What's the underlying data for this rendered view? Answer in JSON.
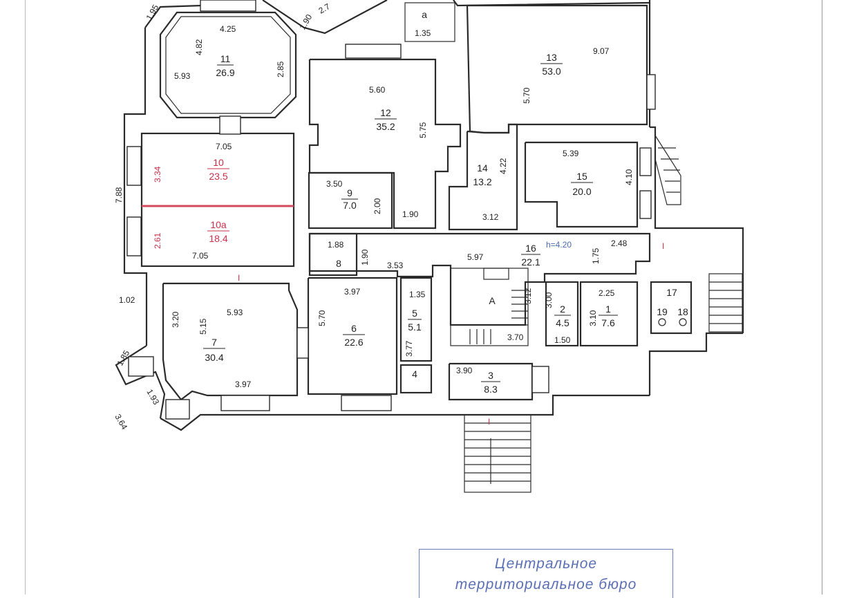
{
  "rooms": [
    {
      "id": "room-11",
      "number": "11",
      "area": "26.9"
    },
    {
      "id": "room-12",
      "number": "12",
      "area": "35.2"
    },
    {
      "id": "room-13",
      "number": "13",
      "area": "53.0"
    },
    {
      "id": "room-14",
      "number": "14",
      "area": "13.2"
    },
    {
      "id": "room-15",
      "number": "15",
      "area": "20.0"
    },
    {
      "id": "room-10",
      "number": "10",
      "area": "23.5"
    },
    {
      "id": "room-10a",
      "number": "10a",
      "area": "18.4"
    },
    {
      "id": "room-9",
      "number": "9",
      "area": "7.0"
    },
    {
      "id": "room-16",
      "number": "16",
      "area": "22.1"
    },
    {
      "id": "room-7",
      "number": "7",
      "area": "30.4"
    },
    {
      "id": "room-6",
      "number": "6",
      "area": "22.6"
    },
    {
      "id": "room-5",
      "number": "5",
      "area": "5.1"
    },
    {
      "id": "room-2",
      "number": "2",
      "area": "4.5"
    },
    {
      "id": "room-1",
      "number": "1",
      "area": "7.6"
    },
    {
      "id": "room-3",
      "number": "3",
      "area": "8.3"
    }
  ],
  "labels": {
    "room_a": "a",
    "room_8": "8",
    "room_4": "4",
    "room_17": "17",
    "room_18": "18",
    "room_19": "19",
    "stair_a": "A",
    "height": "h=4.20",
    "marker_1": "I",
    "marker_2": "I",
    "marker_3": "I"
  },
  "dimensions": [
    "1.95",
    "4.25",
    "4.82",
    "5.93",
    "2.85",
    "1.90",
    "2.7",
    "1.35",
    "9.07",
    "5.60",
    "5.75",
    "5.70",
    "4.22",
    "5.39",
    "4.10",
    "7.05",
    "3.34",
    "7.88",
    "3.50",
    "2.00",
    "1.90",
    "3.12",
    "2.61",
    "7.05",
    "1.88",
    "1.90",
    "3.53",
    "5.97",
    "2.48",
    "1.75",
    "1.35",
    "3.97",
    "3.12",
    "3.00",
    "2.25",
    "3.10",
    "1.02",
    "3.20",
    "5.15",
    "5.93",
    "5.70",
    "3.77",
    "3.70",
    "1.50",
    "1.85",
    "1.93",
    "3.97",
    "3.90",
    "3.64"
  ],
  "stamp": {
    "line1": "Центральное",
    "line2": "территориальное бюро"
  }
}
